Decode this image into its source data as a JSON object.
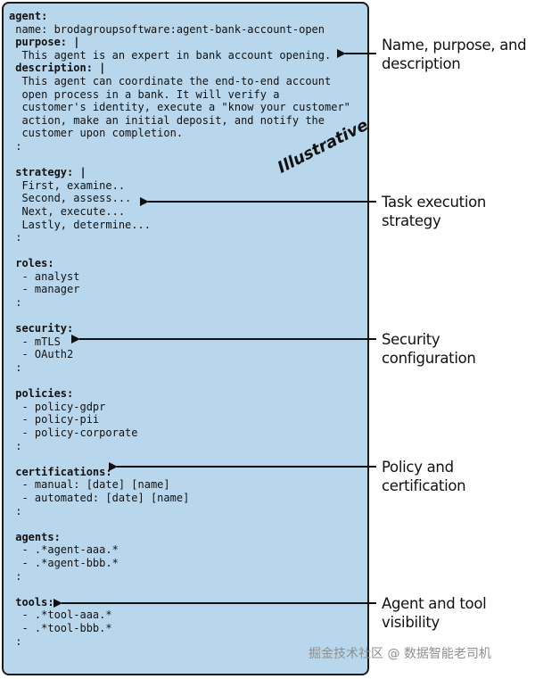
{
  "code_lines": [
    {
      "text": "agent:",
      "key": true
    },
    {
      "text": " name: brodagroupsoftware:agent-bank-account-open",
      "key": false
    },
    {
      "text": " purpose: |",
      "key": true
    },
    {
      "text": "  This agent is an expert in bank account opening.",
      "key": false
    },
    {
      "text": " description: |",
      "key": true
    },
    {
      "text": "  This agent can coordinate the end-to-end account",
      "key": false
    },
    {
      "text": "  open process in a bank. It will verify a",
      "key": false
    },
    {
      "text": "  customer's identity, execute a \"know your customer\"",
      "key": false
    },
    {
      "text": "  action, make an initial deposit, and notify the",
      "key": false
    },
    {
      "text": "  customer upon completion.",
      "key": false
    },
    {
      "text": " :",
      "key": false
    },
    {
      "text": "",
      "key": false
    },
    {
      "text": " strategy: |",
      "key": true
    },
    {
      "text": "  First, examine..",
      "key": false
    },
    {
      "text": "  Second, assess...",
      "key": false
    },
    {
      "text": "  Next, execute...",
      "key": false
    },
    {
      "text": "  Lastly, determine...",
      "key": false
    },
    {
      "text": " :",
      "key": false
    },
    {
      "text": "",
      "key": false
    },
    {
      "text": " roles:",
      "key": true
    },
    {
      "text": "  - analyst",
      "key": false
    },
    {
      "text": "  - manager",
      "key": false
    },
    {
      "text": " :",
      "key": false
    },
    {
      "text": "",
      "key": false
    },
    {
      "text": " security:",
      "key": true
    },
    {
      "text": "  - mTLS",
      "key": false
    },
    {
      "text": "  - OAuth2",
      "key": false
    },
    {
      "text": " :",
      "key": false
    },
    {
      "text": "",
      "key": false
    },
    {
      "text": " policies:",
      "key": true
    },
    {
      "text": "  - policy-gdpr",
      "key": false
    },
    {
      "text": "  - policy-pii",
      "key": false
    },
    {
      "text": "  - policy-corporate",
      "key": false
    },
    {
      "text": " :",
      "key": false
    },
    {
      "text": "",
      "key": false
    },
    {
      "text": " certifications:",
      "key": true
    },
    {
      "text": "  - manual: [date] [name]",
      "key": false
    },
    {
      "text": "  - automated: [date] [name]",
      "key": false
    },
    {
      "text": " :",
      "key": false
    },
    {
      "text": "",
      "key": false
    },
    {
      "text": " agents:",
      "key": true
    },
    {
      "text": "  - .*agent-aaa.*",
      "key": false
    },
    {
      "text": "  - .*agent-bbb.*",
      "key": false
    },
    {
      "text": " :",
      "key": false
    },
    {
      "text": "",
      "key": false
    },
    {
      "text": " tools:",
      "key": true
    },
    {
      "text": "  - .*tool-aaa.*",
      "key": false
    },
    {
      "text": "  - .*tool-bbb.*",
      "key": false
    },
    {
      "text": " :",
      "key": false
    }
  ],
  "watermark": "Illustrative",
  "annotations": {
    "name_purpose_line1": "Name, purpose, and",
    "name_purpose_line2": "description",
    "strategy": "Task execution strategy",
    "security": "Security configuration",
    "policy": "Policy and certification",
    "visibility": "Agent and tool visibility"
  },
  "footer_watermark": "掘金技术社区 @ 数据智能老司机"
}
